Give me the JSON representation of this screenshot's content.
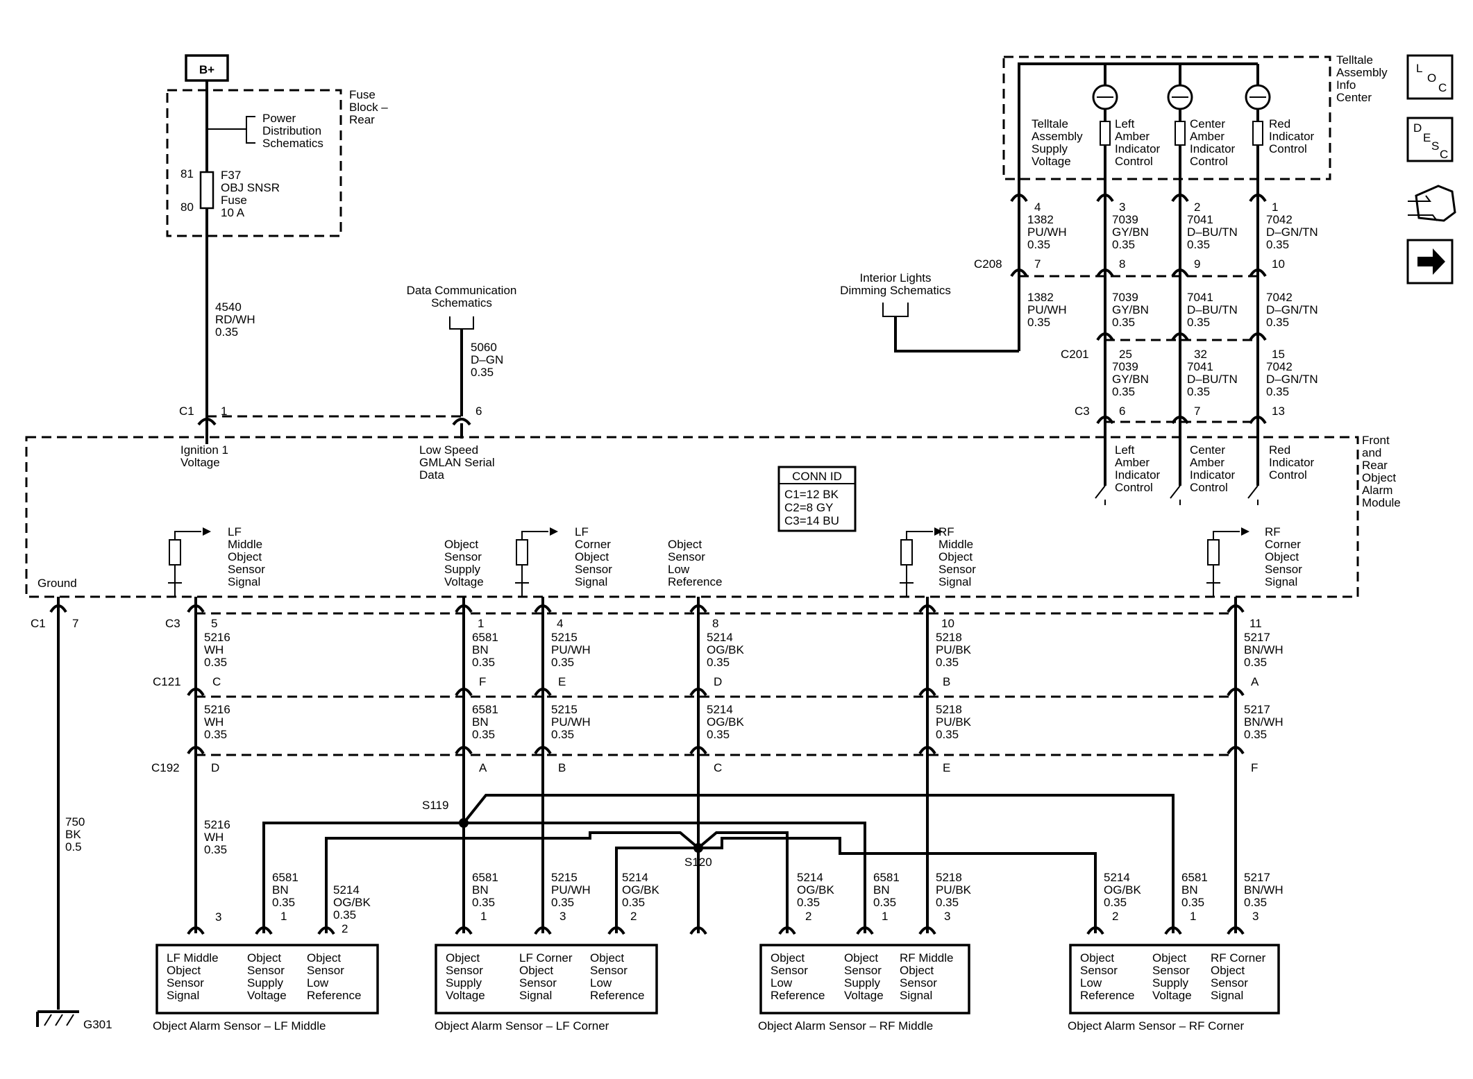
{
  "power": {
    "label": "B+"
  },
  "fuse_block": {
    "title": [
      "Fuse",
      "Block –",
      "Rear"
    ],
    "power_dist": [
      "Power",
      "Distribution",
      "Schematics"
    ],
    "pin_top": "81",
    "pin_bottom": "80",
    "fuse": [
      "F37",
      "OBJ SNSR",
      "Fuse",
      "10 A"
    ]
  },
  "wire_ign": [
    "4540",
    "RD/WH",
    "0.35"
  ],
  "data_comm": {
    "title": [
      "Data Communication",
      "Schematics"
    ],
    "wire": [
      "5060",
      "D–GN",
      "0.35"
    ]
  },
  "module": {
    "title": [
      "Front",
      "and",
      "Rear",
      "Object",
      "Alarm",
      "Module"
    ],
    "c1_label": "C1",
    "c1_pin1": "1",
    "c1_pin6": "6",
    "ign_label": [
      "Ignition 1",
      "Voltage"
    ],
    "gmlan_label": [
      "Low Speed",
      "GMLAN Serial",
      "Data"
    ],
    "ground_label": "Ground",
    "conn_id": {
      "title": "CONN ID",
      "rows": [
        "C1=12 BK",
        "C2=8 GY",
        "C3=14 BU"
      ]
    },
    "signals": {
      "lf_middle": [
        "LF",
        "Middle",
        "Object",
        "Sensor",
        "Signal"
      ],
      "lf_corner": [
        "LF",
        "Corner",
        "Object",
        "Sensor",
        "Signal"
      ],
      "rf_middle": [
        "RF",
        "Middle",
        "Object",
        "Sensor",
        "Signal"
      ],
      "rf_corner": [
        "RF",
        "Corner",
        "Object",
        "Sensor",
        "Signal"
      ],
      "supply": [
        "Object",
        "Sensor",
        "Supply",
        "Voltage"
      ],
      "low_ref": [
        "Object",
        "Sensor",
        "Low",
        "Reference"
      ]
    },
    "outputs": {
      "left_amber": [
        "Left",
        "Amber",
        "Indicator",
        "Control"
      ],
      "center_amber": [
        "Center",
        "Amber",
        "Indicator",
        "Control"
      ],
      "red": [
        "Red",
        "Indicator",
        "Control"
      ]
    }
  },
  "telltale": {
    "title": [
      "Telltale",
      "Assembly",
      "Info",
      "Center"
    ],
    "supply": [
      "Telltale",
      "Assembly",
      "Supply",
      "Voltage"
    ],
    "left": [
      "Left",
      "Amber",
      "Indicator",
      "Control"
    ],
    "center": [
      "Center",
      "Amber",
      "Indicator",
      "Control"
    ],
    "red": [
      "Red",
      "Indicator",
      "Control"
    ]
  },
  "interior_lights": [
    "Interior Lights",
    "Dimming Schematics"
  ],
  "upper_wires": {
    "seg1": [
      [
        "4",
        "1382",
        "PU/WH",
        "0.35"
      ],
      [
        "3",
        "7039",
        "GY/BN",
        "0.35"
      ],
      [
        "2",
        "7041",
        "D–BU/TN",
        "0.35"
      ],
      [
        "1",
        "7042",
        "D–GN/TN",
        "0.35"
      ]
    ],
    "c208": {
      "label": "C208",
      "pins": [
        "7",
        "8",
        "9",
        "10"
      ]
    },
    "seg2": [
      [
        "1382",
        "PU/WH",
        "0.35"
      ],
      [
        "7039",
        "GY/BN",
        "0.35"
      ],
      [
        "7041",
        "D–BU/TN",
        "0.35"
      ],
      [
        "7042",
        "D–GN/TN",
        "0.35"
      ]
    ],
    "c201": {
      "label": "C201",
      "pins": [
        "25",
        "32",
        "15"
      ]
    },
    "seg3": [
      [
        "7039",
        "GY/BN",
        "0.35"
      ],
      [
        "7041",
        "D–BU/TN",
        "0.35"
      ],
      [
        "7042",
        "D–GN/TN",
        "0.35"
      ]
    ],
    "c3": {
      "label": "C3",
      "pins": [
        "6",
        "7",
        "13"
      ]
    }
  },
  "lower": {
    "c1_label": "C1",
    "c1_pin": "7",
    "ground_wire": [
      "750",
      "BK",
      "0.5"
    ],
    "ground_id": "G301",
    "c3_label": "C3",
    "c121_label": "C121",
    "c192_label": "C192",
    "c3_pins": [
      "5",
      "1",
      "4",
      "8",
      "10",
      "11"
    ],
    "c121_pins": [
      "C",
      "F",
      "E",
      "D",
      "B",
      "A"
    ],
    "c192_pins": [
      "D",
      "A",
      "B",
      "C",
      "E",
      "F"
    ],
    "wire_a": [
      [
        "5216",
        "WH",
        "0.35"
      ],
      [
        "6581",
        "BN",
        "0.35"
      ],
      [
        "5215",
        "PU/WH",
        "0.35"
      ],
      [
        "5214",
        "OG/BK",
        "0.35"
      ],
      [
        "5218",
        "PU/BK",
        "0.35"
      ],
      [
        "5217",
        "BN/WH",
        "0.35"
      ]
    ],
    "wire_b": [
      [
        "5216",
        "WH",
        "0.35"
      ],
      [
        "6581",
        "BN",
        "0.35"
      ],
      [
        "5215",
        "PU/WH",
        "0.35"
      ],
      [
        "5214",
        "OG/BK",
        "0.35"
      ],
      [
        "5218",
        "PU/BK",
        "0.35"
      ],
      [
        "5217",
        "BN/WH",
        "0.35"
      ]
    ],
    "wire_c_lf_middle": [
      "5216",
      "WH",
      "0.35"
    ],
    "splice_s119": "S119",
    "splice_s120": "S120"
  },
  "sensors": [
    {
      "name": "Object Alarm Sensor – LF Middle",
      "wires": [
        [
          "6581",
          "BN",
          "0.35",
          "1"
        ],
        [
          "5214",
          "OG/BK",
          "0.35",
          "2"
        ]
      ],
      "pin3": "3",
      "cells": [
        [
          "LF Middle",
          "Object",
          "Sensor",
          "Signal"
        ],
        [
          "Object",
          "Sensor",
          "Supply",
          "Voltage"
        ],
        [
          "Object",
          "Sensor",
          "Low",
          "Reference"
        ]
      ]
    },
    {
      "name": "Object Alarm Sensor – LF Corner",
      "wires": [
        [
          "6581",
          "BN",
          "0.35",
          "1"
        ],
        [
          "5215",
          "PU/WH",
          "0.35",
          "3"
        ],
        [
          "5214",
          "OG/BK",
          "0.35",
          "2"
        ]
      ],
      "cells": [
        [
          "Object",
          "Sensor",
          "Supply",
          "Voltage"
        ],
        [
          "LF Corner",
          "Object",
          "Sensor",
          "Signal"
        ],
        [
          "Object",
          "Sensor",
          "Low",
          "Reference"
        ]
      ]
    },
    {
      "name": "Object Alarm Sensor – RF Middle",
      "wires": [
        [
          "5214",
          "OG/BK",
          "0.35",
          "2"
        ],
        [
          "6581",
          "BN",
          "0.35",
          "1"
        ],
        [
          "5218",
          "PU/BK",
          "0.35",
          "3"
        ]
      ],
      "cells": [
        [
          "Object",
          "Sensor",
          "Low",
          "Reference"
        ],
        [
          "Object",
          "Sensor",
          "Supply",
          "Voltage"
        ],
        [
          "RF Middle",
          "Object",
          "Sensor",
          "Signal"
        ]
      ]
    },
    {
      "name": "Object Alarm Sensor – RF Corner",
      "wires": [
        [
          "5214",
          "OG/BK",
          "0.35",
          "2"
        ],
        [
          "6581",
          "BN",
          "0.35",
          "1"
        ],
        [
          "5217",
          "BN/WH",
          "0.35",
          "3"
        ]
      ],
      "cells": [
        [
          "Object",
          "Sensor",
          "Low",
          "Reference"
        ],
        [
          "Object",
          "Sensor",
          "Supply",
          "Voltage"
        ],
        [
          "RF Corner",
          "Object",
          "Sensor",
          "Signal"
        ]
      ]
    }
  ],
  "nav": {
    "loc": [
      "L",
      "O",
      "C"
    ],
    "desc": [
      "D",
      "E",
      "S",
      "C"
    ]
  }
}
